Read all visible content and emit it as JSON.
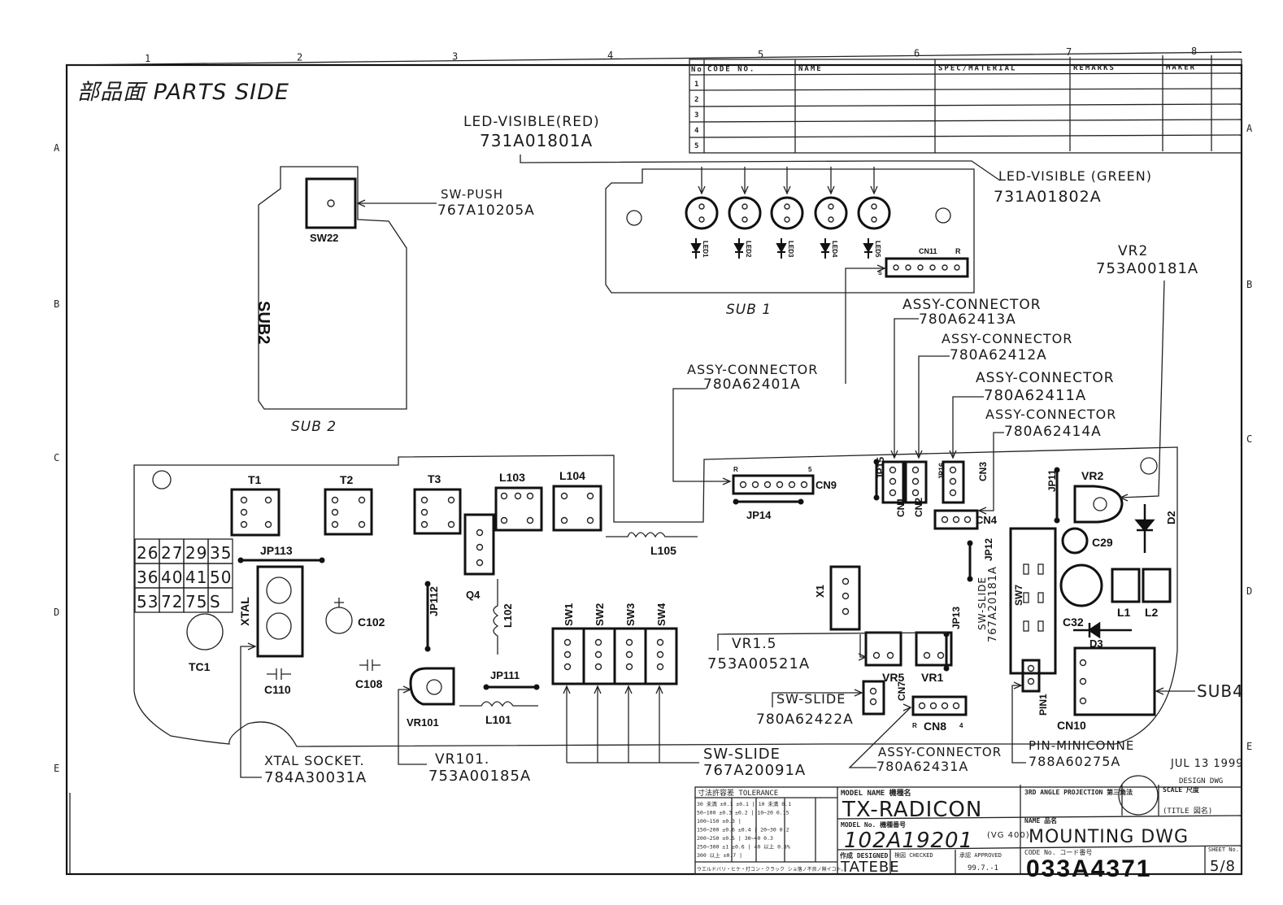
{
  "title": "部品面 PARTS SIDE",
  "grid": {
    "cols": [
      "1",
      "2",
      "3",
      "4",
      "5",
      "6",
      "7",
      "8"
    ],
    "rows": [
      "A",
      "B",
      "C",
      "D",
      "E"
    ]
  },
  "parts_list": {
    "headers": [
      "No",
      "CODE NO.",
      "NAME",
      "SPEC/MATERIAL",
      "REMARKS",
      "MAKER"
    ],
    "row_numbers": [
      "1",
      "2",
      "3",
      "4",
      "5"
    ]
  },
  "boards": {
    "sub1": "SUB 1",
    "sub2": "SUB 2",
    "sub2_silk": "SUB2",
    "sub4": "SUB4"
  },
  "callouts": {
    "led_red": {
      "name": "LED-VISIBLE(RED)",
      "code": "731A01801A"
    },
    "led_green": {
      "name": "LED-VISIBLE (GREEN)",
      "code": "731A01802A"
    },
    "sw_push": {
      "name": "SW-PUSH",
      "code": "767A10205A"
    },
    "vr2": {
      "name": "VR2",
      "code": "753A00181A"
    },
    "conn_cn9": {
      "name": "ASSY-CONNECTOR",
      "code": "780A62401A"
    },
    "conn_cn1": {
      "name": "ASSY-CONNECTOR",
      "code": "780A62413A"
    },
    "conn_cn2": {
      "name": "ASSY-CONNECTOR",
      "code": "780A62412A"
    },
    "conn_cn3": {
      "name": "ASSY-CONNECTOR",
      "code": "780A62411A"
    },
    "conn_cn4": {
      "name": "ASSY-CONNECTOR",
      "code": "780A62414A"
    },
    "vr15": {
      "name": "VR1.5",
      "code": "753A00521A"
    },
    "sw_slide_cn7": {
      "name": "SW-SLIDE",
      "code": "780A62422A"
    },
    "sw_slide_sw": {
      "name": "SW-SLIDE",
      "code": "767A20091A"
    },
    "conn_cn8": {
      "name": "ASSY-CONNECTOR",
      "code": "780A62431A"
    },
    "pin_mini": {
      "name": "PIN-MINICONNE",
      "code": "788A60275A"
    },
    "xtal_socket": {
      "name": "XTAL SOCKET.",
      "code": "784A30031A"
    },
    "vr101": {
      "name": "VR101.",
      "code": "753A00185A"
    },
    "sw7_slide": {
      "name": "SW-SLIDE",
      "code": "767A20181A"
    }
  },
  "refs": {
    "SW22": "SW22",
    "CN11": "CN11",
    "CN11_R": "R",
    "CN11_S": "S",
    "LED1": "LED1",
    "LED2": "LED2",
    "LED3": "LED3",
    "LED4": "LED4",
    "LED5": "LED5",
    "T1": "T1",
    "T2": "T2",
    "T3": "T3",
    "L103": "L103",
    "L104": "L104",
    "L105": "L105",
    "Q4": "Q4",
    "L102": "L102",
    "JP113": "JP113",
    "XTAL": "XTAL",
    "C102": "C102",
    "JP112": "JP112",
    "TC1": "TC1",
    "C110": "C110",
    "C108": "C108",
    "VR101": "VR101",
    "JP111": "JP111",
    "L101": "L101",
    "SW1": "SW1",
    "SW2": "SW2",
    "SW3": "SW3",
    "SW4": "SW4",
    "CN9": "CN9",
    "CN9_R": "R",
    "CN9_5": "5",
    "JP14": "JP14",
    "JP15": "JP15",
    "CN1": "CN1",
    "CN2": "CN2",
    "JP16": "JP16",
    "CN3": "CN3",
    "CN4": "CN4",
    "JP11": "JP11",
    "VR2": "VR2",
    "D2": "D2",
    "C29": "C29",
    "JP12": "JP12",
    "SW7": "SW7",
    "C32": "C32",
    "L1": "L1",
    "L2": "L2",
    "D3": "D3",
    "X1": "X1",
    "VR5": "VR5",
    "VR1": "VR1",
    "JP13": "JP13",
    "CN7": "CN7",
    "CN8": "CN8",
    "CN8_R": "R",
    "CN8_4": "4",
    "PIN1": "PIN1",
    "CN10": "CN10"
  },
  "code_grid": [
    "26",
    "27",
    "29",
    "35",
    "36",
    "40",
    "41",
    "50",
    "53",
    "72",
    "75",
    "S"
  ],
  "date_stamp": "JUL 13 1999",
  "title_block": {
    "tolerance_header": "寸法許容差 TOLERANCE",
    "tolerance_rows": [
      "30 未満 ±0.1 ±0.1 | 10 未満 0.1",
      "50~100 ±0.3 ±0.2 | 10~20 0.15",
      "100~150 ±0.3 | ",
      "150~200 ±0.6 ±0.4 | 20~30 0.2",
      "200~250 ±0.5 | 30~40 0.3",
      "250~300 ±1 ±0.6 | 40 以上 0.8%",
      "300 以上 ±0.7 |"
    ],
    "note": "ウエルドバリ・ヒケ・打コン・クラック ショ落ノ不良ノ無イコト。",
    "model_name_label": "MODEL NAME 機種名",
    "model_name": "TX-RADICON",
    "model_no_label": "MODEL No. 機種番号",
    "model_no": "102A19201",
    "model_no_suffix": "(VG 400)",
    "designed_label": "作成 DESIGNED",
    "designed_by": "TATEBE",
    "checked_label": "検図 CHECKED",
    "approved_label": "承認 APPROVED",
    "approved_date": "99.7.-1",
    "projection": "3RD ANGLE PROJECTION 第三角法",
    "scale_label": "SCALE 尺度",
    "title_label": "(TITLE 図名)",
    "name_label": "NAME 品名",
    "name": "MOUNTING DWG",
    "code_label": "CODE No. コード番号",
    "code": "033A4371",
    "sheet_label": "SHEET No.",
    "sheet": "5/8",
    "stamp": "DESIGN DWG"
  }
}
